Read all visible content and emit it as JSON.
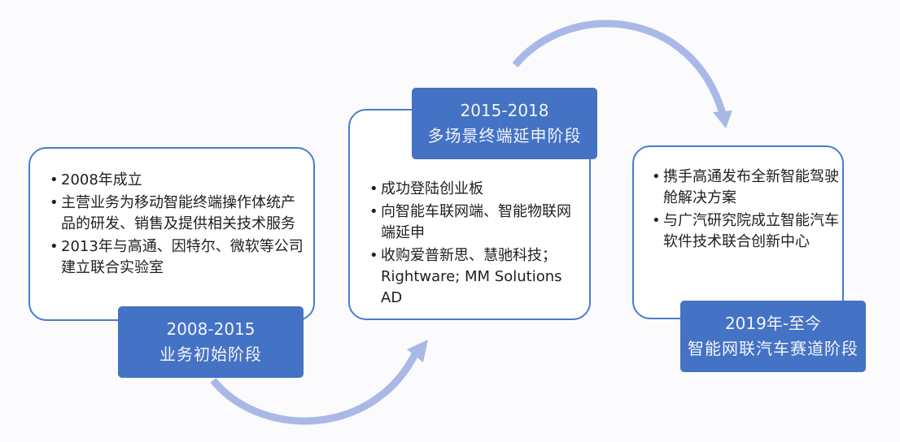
{
  "stages": [
    {
      "period": "2008-2015",
      "name": "业务初始阶段",
      "items": [
        "2008年成立",
        "主营业务为移动智能终端操作体统产品的研发、销售及提供相关技术服务",
        "2013年与高通、因特尔、微软等公司建立联合实验室"
      ]
    },
    {
      "period": "2015-2018",
      "name": "多场景终端延申阶段",
      "items": [
        "成功登陆创业板",
        "向智能车联网端、智能物联网端延申",
        "收购爱普新思、慧驰科技；Rightware; MM Solutions AD"
      ]
    },
    {
      "period": "2019年-至今",
      "name": "智能网联汽车赛道阶段",
      "items": [
        "携手高通发布全新智能驾驶舱解决方案",
        "与广汽研究院成立智能汽车软件技术联合创新中心"
      ]
    }
  ],
  "colors": {
    "label_bg": "#4472c4",
    "card_border": "#4a7bd0",
    "arrow": "#a9b8e6"
  }
}
